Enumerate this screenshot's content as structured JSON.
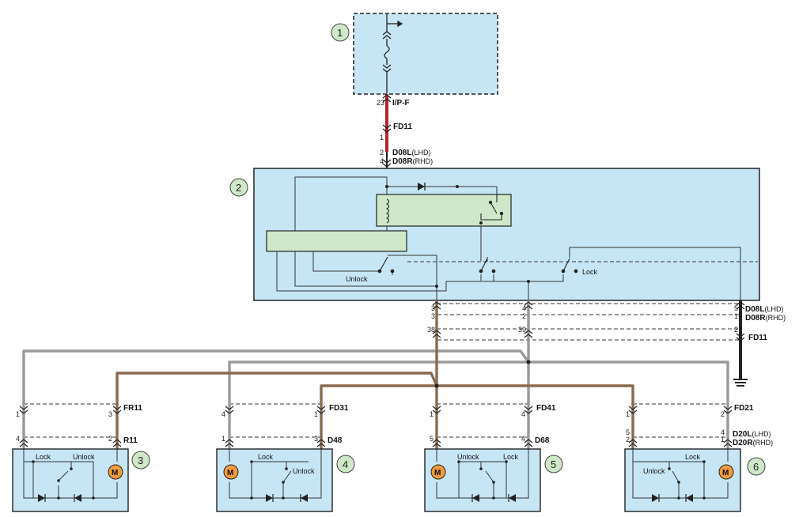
{
  "callouts": [
    "1",
    "2",
    "3",
    "4",
    "5",
    "6"
  ],
  "connectors": {
    "ip_f": "I/P-F",
    "fd11_top": "FD11",
    "d08l": "D08L",
    "lhd": "(LHD)",
    "d08r": "D08R",
    "rhd": "(RHD)",
    "fd11_right": "FD11",
    "fr11": "FR11",
    "r11": "R11",
    "fd31": "FD31",
    "d48": "D48",
    "fd41": "FD41",
    "d68": "D68",
    "fd21": "FD21",
    "d20l": "D20L",
    "d20r": "D20R"
  },
  "pins": {
    "p23": "23",
    "p1a": "1",
    "p2a": "2",
    "p4a": "4",
    "p3a": "3",
    "p3b": "3",
    "p4b": "4",
    "p2b": "2",
    "p5a": "5",
    "p1b": "1",
    "p38": "38",
    "p39": "39",
    "p2c": "2",
    "fr11_1": "1",
    "fr11_3": "3",
    "r11_4": "4",
    "r11_2": "2",
    "fd31_4": "4",
    "fd31_1": "1",
    "d48_1": "1",
    "d48_3": "3",
    "fd41_1": "1",
    "fd41_4": "4",
    "d68_5": "5",
    "d68_4": "4",
    "fd21_1": "1",
    "fd21_2": "2",
    "d20_5": "5",
    "d20_2": "2",
    "d20_4": "4",
    "d20_1": "1"
  },
  "labels": {
    "unlock_main": "Unlock",
    "lock_main": "Lock",
    "d3_lock": "Lock",
    "d3_unlock": "Unlock",
    "d4_lock": "Lock",
    "d4_unlock": "Unlock",
    "d5_unlock": "Unlock",
    "d5_lock": "Lock",
    "d6_lock": "Lock",
    "d6_unlock": "Unlock",
    "motor": "M"
  },
  "colors": {
    "box_fill": "#c7e6f5",
    "red_wire": "#b3262a",
    "brown_wire": "#8a6a4f",
    "gray_wire": "#9a9a9a",
    "relay_fill": "#cfe8c9",
    "motor_fill": "#f29a3c",
    "callout_fill": "#cfe8c9"
  }
}
